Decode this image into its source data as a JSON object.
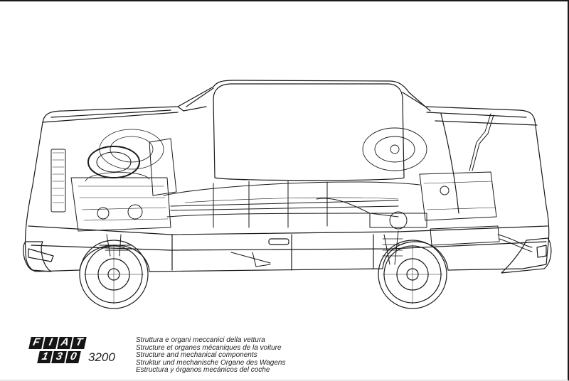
{
  "brand": {
    "letters": [
      "F",
      "I",
      "A",
      "T"
    ],
    "model_digits": [
      "1",
      "3",
      "0"
    ],
    "engine": "3200"
  },
  "caption": {
    "lines": [
      "Struttura e organi meccanici della vettura",
      "Structure et organes mécaniques de la voiture",
      "Structure and mechanical components",
      "Struktur und mechanische Organe des Wagens",
      "Estructura y órganos mecánicos del coche"
    ]
  },
  "colors": {
    "ink": "#1a1a1a",
    "paper": "#ffffff"
  }
}
